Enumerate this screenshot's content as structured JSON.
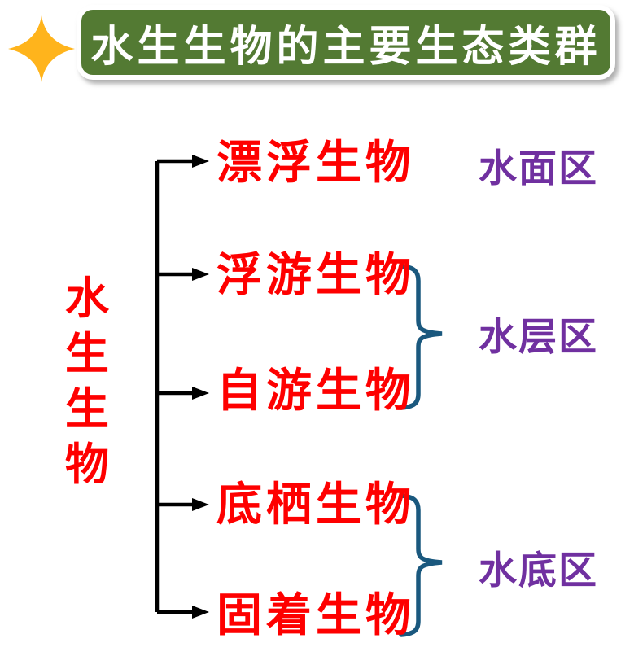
{
  "title": "水生生物的主要生态类群",
  "root": {
    "label": "水生生物",
    "chars": [
      "水",
      "生",
      "生",
      "物"
    ]
  },
  "branches": [
    {
      "label": "漂浮生物"
    },
    {
      "label": "浮游生物"
    },
    {
      "label": "自游生物"
    },
    {
      "label": "底栖生物"
    },
    {
      "label": "固着生物"
    }
  ],
  "zones": [
    {
      "label": "水面区",
      "members": [
        "漂浮生物"
      ]
    },
    {
      "label": "水层区",
      "members": [
        "浮游生物",
        "自游生物"
      ]
    },
    {
      "label": "水底区",
      "members": [
        "底栖生物",
        "固着生物"
      ]
    }
  ],
  "icons": {
    "star": "four-point-star-icon"
  },
  "colors": {
    "banner_green": "#537A33",
    "star_gold": "#FFB41C",
    "label_red": "#FE0000",
    "zone_purple": "#7030A0",
    "brace_blue": "#1A587E",
    "line_black": "#000000",
    "background": "#FFFFFF"
  }
}
